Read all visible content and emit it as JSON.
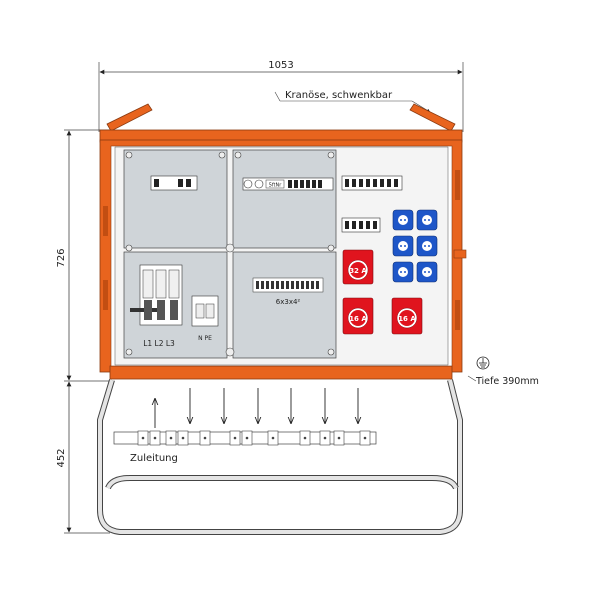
{
  "dimensions": {
    "width": "1053",
    "height_cabinet": "726",
    "height_stand": "452"
  },
  "annotations": {
    "crane_eye": "Kranöse, schwenkbar",
    "depth": "Tiefe 390mm",
    "supply": "Zuleitung"
  },
  "labels": {
    "phases": "L1 L2 L3",
    "neutral_pe": "N  PE",
    "terminal_block": "6x3x4²",
    "meter": "5ftNr"
  },
  "sockets": {
    "cee_32": "32 A",
    "cee_16_left": "16 A",
    "cee_16_right": "16 A"
  },
  "colors": {
    "housing": "#e8641e",
    "housing_dark": "#c24e12",
    "panel": "#cfd4d8",
    "socket_blue": "#1e56c8",
    "socket_red": "#e0141e"
  }
}
